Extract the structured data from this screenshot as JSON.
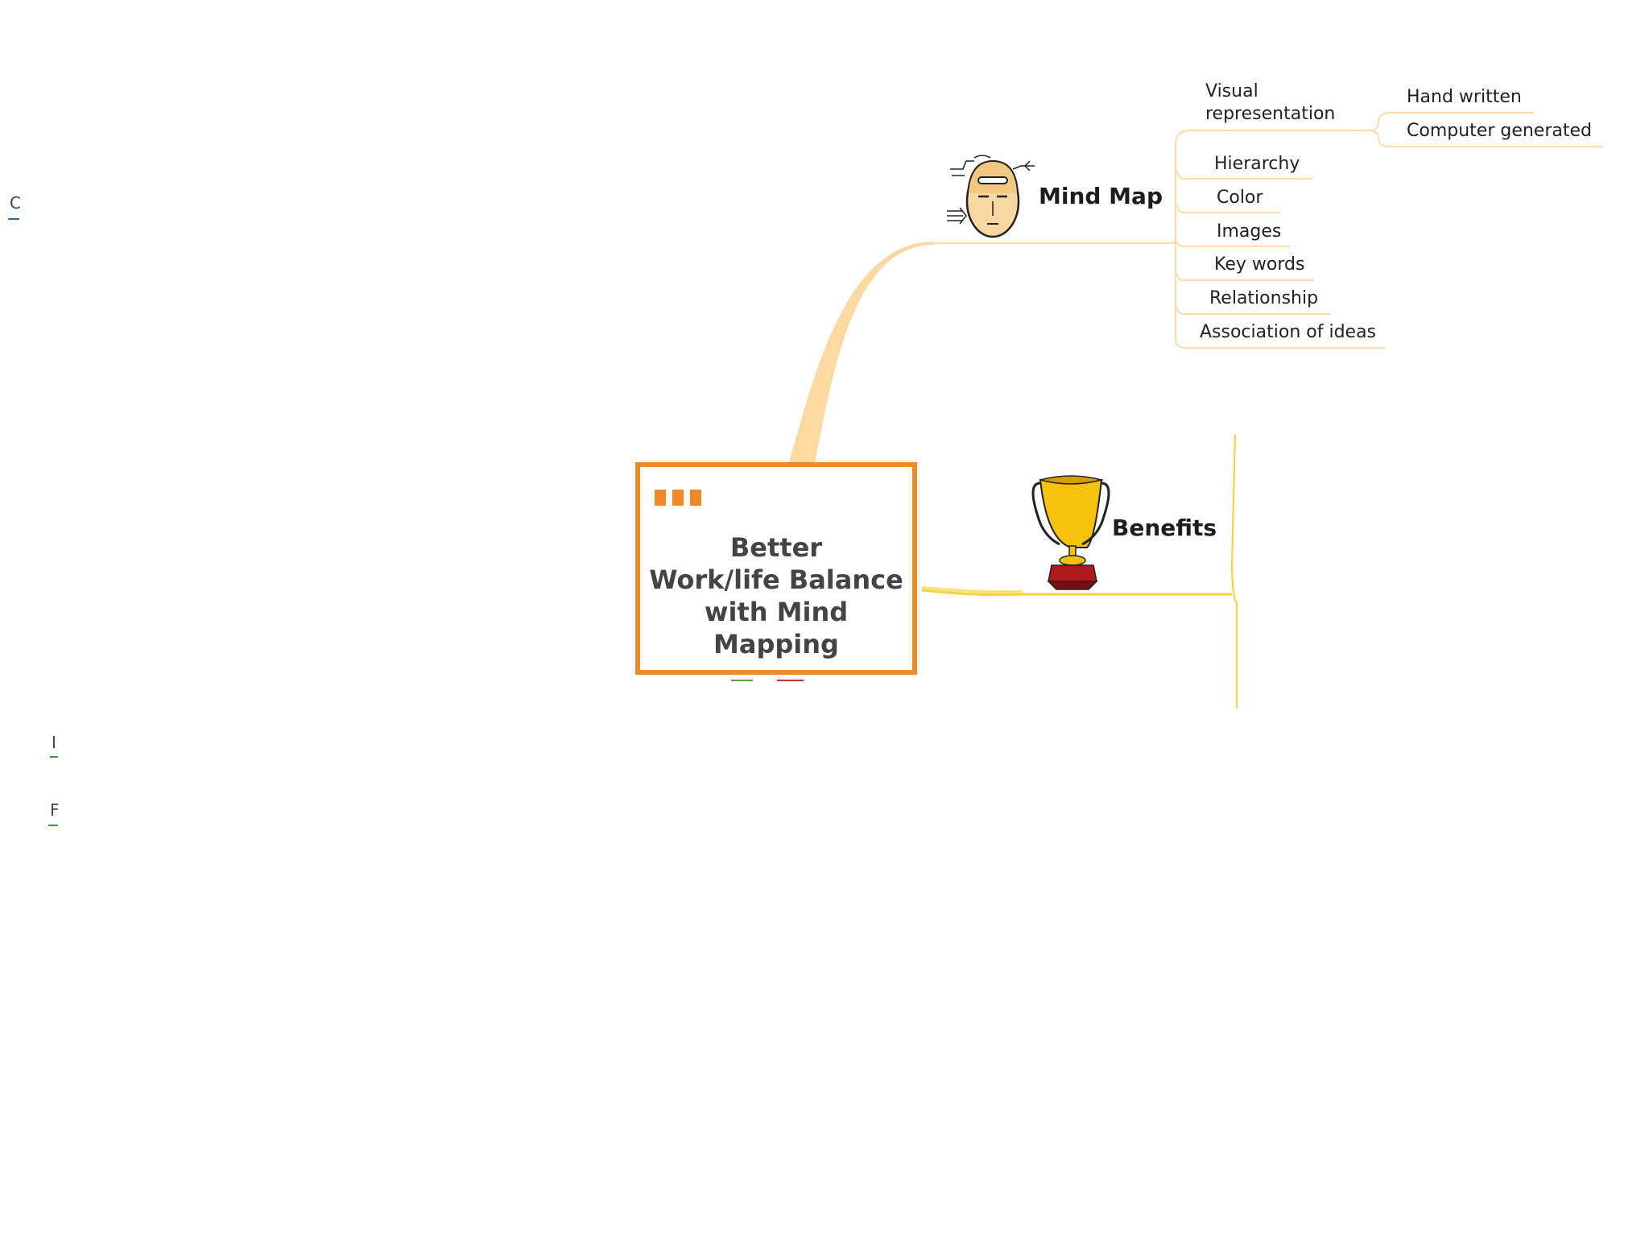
{
  "central_topic": "Better\nWork/life Balance\nwith Mind Mapping",
  "branches": {
    "mind_map": {
      "label": "Mind Map",
      "icon": "brain-head-icon",
      "children": {
        "visual_representation": "Visual\nrepresentation",
        "hand_written": "Hand written",
        "computer_generated": "Computer generated",
        "hierarchy": "Hierarchy",
        "color": "Color",
        "images": "Images",
        "key_words": "Key words",
        "relationship": "Relationship",
        "association_of_ideas": "Association of ideas"
      }
    },
    "benefits": {
      "label": "Benefits",
      "icon": "trophy-icon"
    }
  },
  "left_edge_fragments": [
    "C",
    "I",
    "F"
  ],
  "colors": {
    "accent_orange": "#f08a24",
    "branch_peach": "#fcd9a0",
    "branch_yellow": "#f6d23c",
    "trophy_gold": "#f4c20d",
    "trophy_base": "#b01818"
  }
}
